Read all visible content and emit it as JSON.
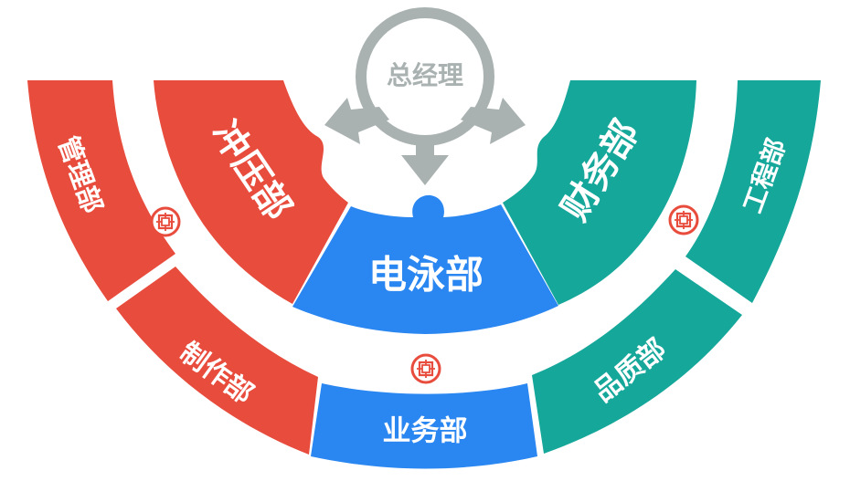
{
  "colors": {
    "red": "#e84c3d",
    "blue": "#2a86f0",
    "teal": "#16a79b",
    "gray": "#a9b2b1",
    "icon_border": "#e84c3d"
  },
  "hub": {
    "label": "总经理"
  },
  "departments": {
    "guanli": "管理部",
    "chongya": "冲压部",
    "dianyong": "电泳部",
    "caiwu": "财务部",
    "gongcheng": "工程部",
    "zhizuo": "制作部",
    "yewu": "业务部",
    "pinzhi": "品质部"
  },
  "icons": {
    "name": "swirl-connector-icon"
  }
}
